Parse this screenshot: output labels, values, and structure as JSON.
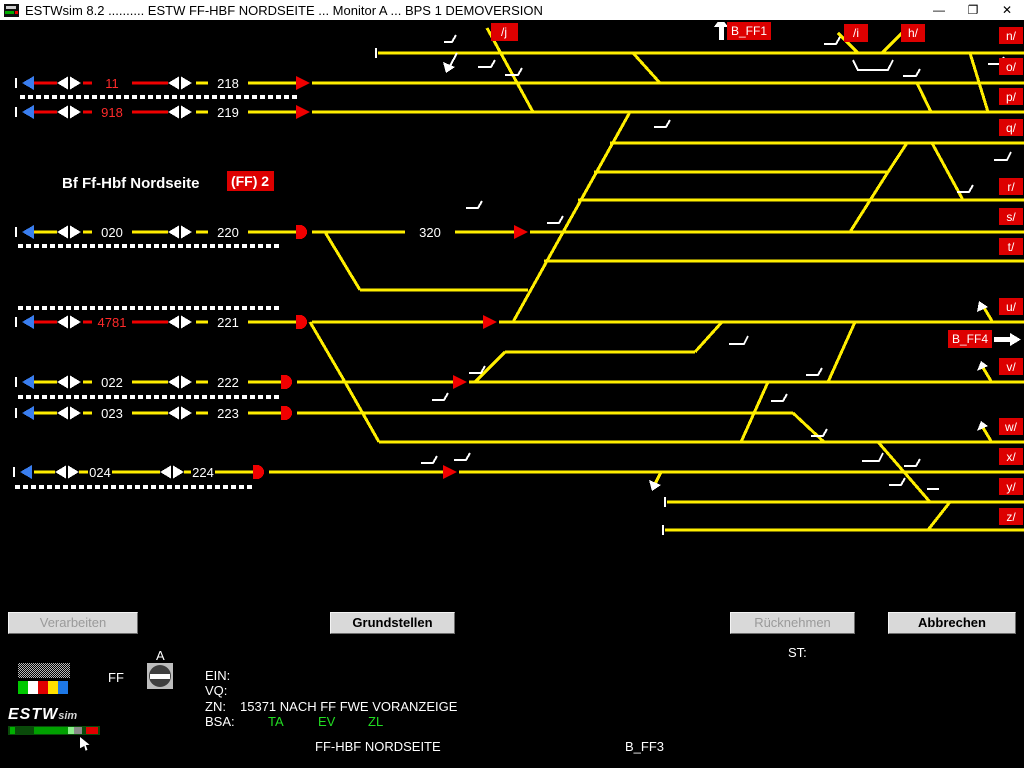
{
  "titlebar": {
    "title": "ESTWsim 8.2 .......... ESTW FF-HBF NORDSEITE ... Monitor A ... BPS 1  DEMOVERSION",
    "minimize": "—",
    "maximize": "❐",
    "close": "✕"
  },
  "station": {
    "name": "Bf Ff-Hbf Nordseite",
    "badge": "(FF) 2"
  },
  "rows": [
    {
      "label1": "11",
      "label2": "218"
    },
    {
      "label1": "918",
      "label2": "219"
    },
    {
      "label1": "020",
      "label2": "220",
      "label3": "320"
    },
    {
      "label1": "4781",
      "label2": "221"
    },
    {
      "label1": "022",
      "label2": "222"
    },
    {
      "label1": "023",
      "label2": "223"
    },
    {
      "label1": "024",
      "label2": "224"
    }
  ],
  "route_labels": {
    "j": "/j",
    "b_ff1": "B_FF1",
    "i": "/i",
    "h": "h/",
    "b_ff4": "B_FF4"
  },
  "exits": [
    "n/",
    "o/",
    "p/",
    "q/",
    "r/",
    "s/",
    "t/",
    "u/",
    "v/",
    "w/",
    "x/",
    "y/",
    "z/"
  ],
  "buttons": {
    "verarbeiten": "Verarbeiten",
    "grundstellen": "Grundstellen",
    "ruecknehmen": "Rücknehmen",
    "abbrechen": "Abbrechen"
  },
  "panel": {
    "st": "ST:",
    "ff": "FF",
    "a": "A",
    "ein": "EIN:",
    "vq": "VQ:",
    "zn": "ZN:",
    "zn_value": "15371 NACH FF FWE VORANZEIGE",
    "bsa": "BSA:",
    "bsa1": "TA",
    "bsa2": "EV",
    "bsa3": "ZL",
    "footer_station": "FF-HBF NORDSEITE",
    "footer_block": "B_FF3"
  },
  "logo": {
    "estw": "ESTW",
    "sim": "sim"
  },
  "colors": {
    "track": "#ffee00",
    "occupied": "#f00000",
    "entry_arrow": "#3a7ef0",
    "label_bg": "#dd0000"
  }
}
